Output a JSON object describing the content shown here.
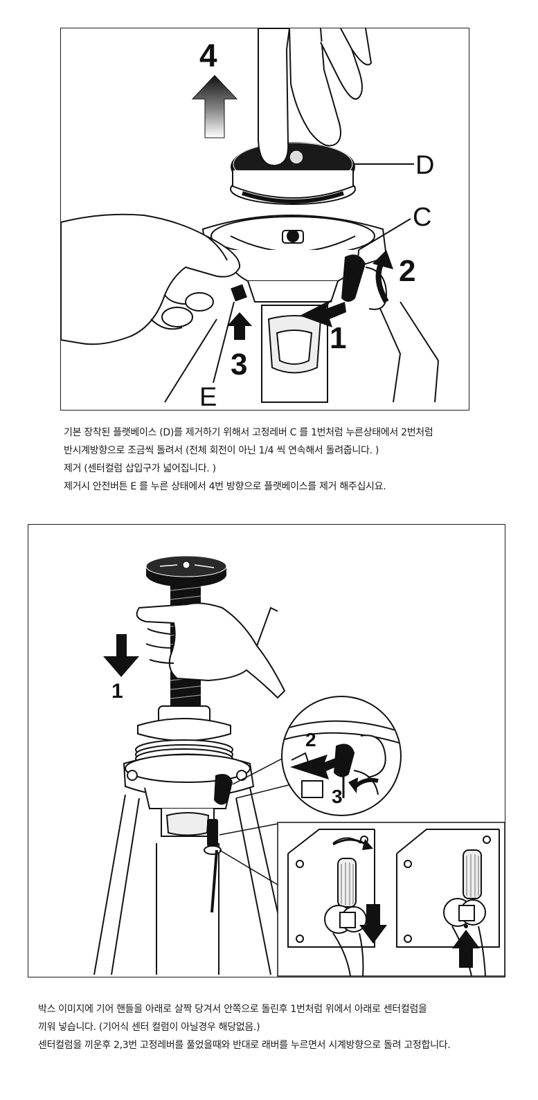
{
  "figure1": {
    "labels": {
      "four": "4",
      "d": "D",
      "c": "C",
      "two": "2",
      "one": "1",
      "three": "3",
      "e": "E"
    }
  },
  "instructions1": {
    "lines": [
      "기본 장착된 플랫베이스 (D)를 제거하기 위해서 고정레버 C 를 1번처럼 누른상태에서 2번처럼",
      "반시계방향으로 조금씩 돌려서 (전체 회전이 아닌 1/4 씩 연속해서 돌려줍니다. )",
      " 제거 (센터컬럼 삽입구가 넓어집니다. )",
      "제거시 안전버튼 E 를  누른 상태에서 4번 방향으로  플랫베이스를 제거 해주십시요."
    ]
  },
  "figure2": {
    "labels": {
      "one": "1",
      "two": "2",
      "three": "3"
    }
  },
  "instructions2": {
    "lines": [
      "박스 이미지에 기어 핸들을 아래로 살짝 당겨서  안쪽으로 돌린후  1번처럼 위에서 아래로 센터컬럼을",
      "끼워 넣습니다. (기어식 센터 컬럼이 아닐경우 해당없음.)",
      "센터컬럼을 끼운후 2,3번 고정레버를 풀었을때와 반대로 래버를 누르면서 시계방향으로 돌려 고정합니다."
    ]
  }
}
